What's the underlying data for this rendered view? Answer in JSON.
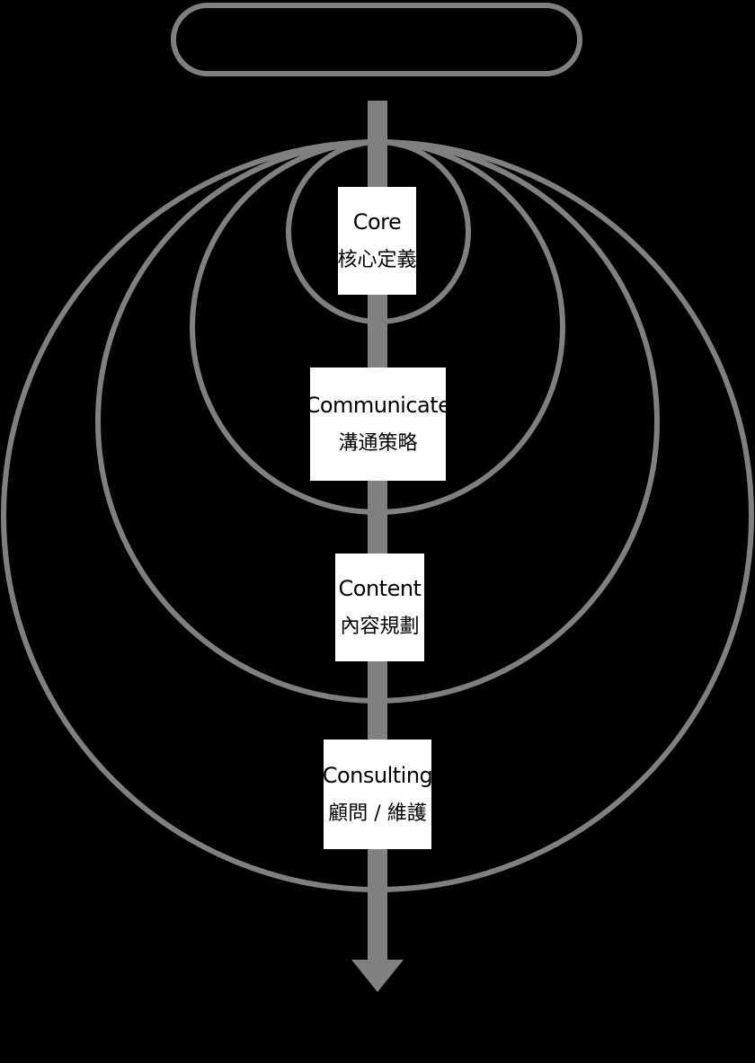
{
  "colors": {
    "background": "#000000",
    "stroke_gray": "#808080",
    "stage_fill": "#ffffff",
    "stage_text": "#000000"
  },
  "start_node": {
    "label": ""
  },
  "stages": [
    {
      "id": "core",
      "label_en": "Core",
      "label_zh": "核心定義"
    },
    {
      "id": "communicate",
      "label_en": "Communicate",
      "label_zh": "溝通策略"
    },
    {
      "id": "content",
      "label_en": "Content",
      "label_zh": "內容規劃"
    },
    {
      "id": "consulting",
      "label_en": "Consulting",
      "label_zh": "顧問 / 維護"
    }
  ]
}
